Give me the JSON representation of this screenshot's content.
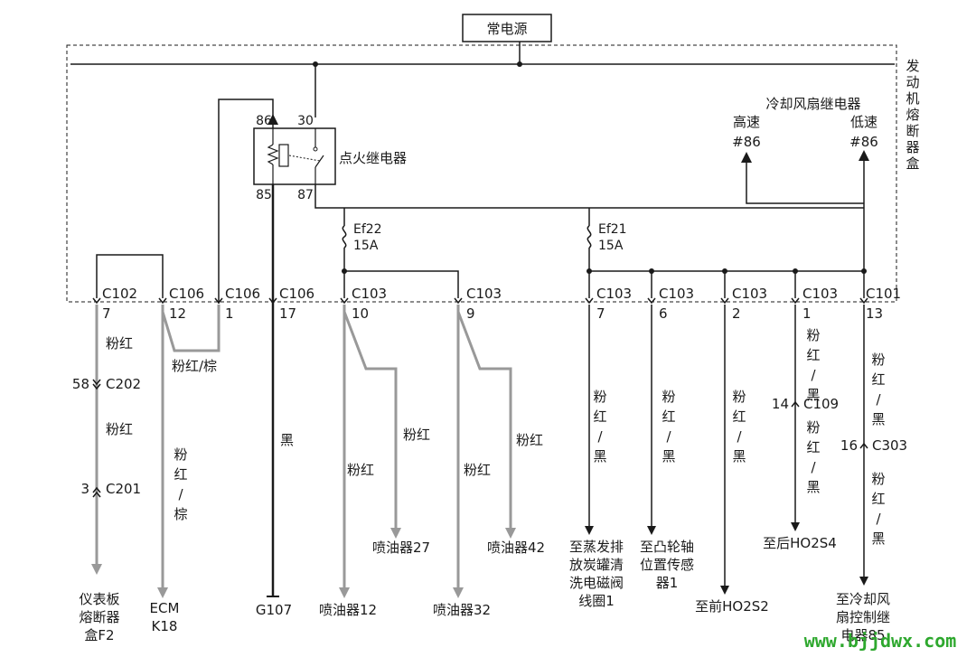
{
  "power_source": "常电源",
  "box_label": "发动机熔断器盒",
  "relay": {
    "label": "点火继电器",
    "pins": {
      "p86": "86",
      "p30": "30",
      "p85": "85",
      "p87": "87"
    }
  },
  "fuses": [
    {
      "name": "Ef22",
      "rating": "15A"
    },
    {
      "name": "Ef21",
      "rating": "15A"
    }
  ],
  "fan_relay": {
    "title": "冷却风扇继电器",
    "high": "高速",
    "low": "低速",
    "pin": "#86"
  },
  "connectors": [
    {
      "name": "C102",
      "pin": "7"
    },
    {
      "name": "C106",
      "pin": "12"
    },
    {
      "name": "C106",
      "pin": "1"
    },
    {
      "name": "C106",
      "pin": "17"
    },
    {
      "name": "C103",
      "pin": "10"
    },
    {
      "name": "C103",
      "pin": "9"
    },
    {
      "name": "C103",
      "pin": "7"
    },
    {
      "name": "C103",
      "pin": "6"
    },
    {
      "name": "C103",
      "pin": "2"
    },
    {
      "name": "C103",
      "pin": "1"
    },
    {
      "name": "C101",
      "pin": "13"
    }
  ],
  "inline_connectors": [
    {
      "pin": "58",
      "name": "C202"
    },
    {
      "pin": "3",
      "name": "C201"
    },
    {
      "pin": "14",
      "name": "C109"
    },
    {
      "pin": "16",
      "name": "C303"
    }
  ],
  "wire_colors": {
    "pink_red": "粉红",
    "pink_red_brown": "粉红/棕",
    "black": "黑",
    "pink_red_black": "粉红/黑"
  },
  "destinations": {
    "fuse_box_f2": "仪表板熔断器盒F2",
    "ecm": "ECM",
    "ecm_pin": "K18",
    "ground": "G107",
    "inj12": "喷油器12",
    "inj27": "喷油器27",
    "inj32": "喷油器32",
    "inj42": "喷油器42",
    "evap": "至蒸发排放炭罐清洗电磁阀线圈1",
    "cam": "至凸轮轴位置传感器1",
    "ho2s2": "至前HO2S2",
    "ho2s4": "至后HO2S4",
    "fan_ctrl": "至冷却风扇控制继电器85"
  },
  "watermark": "www.bjjdwx.com",
  "colors": {
    "wire_gray": "#999999",
    "wire_black": "#1a1a1a",
    "watermark": "#2ea82e"
  }
}
